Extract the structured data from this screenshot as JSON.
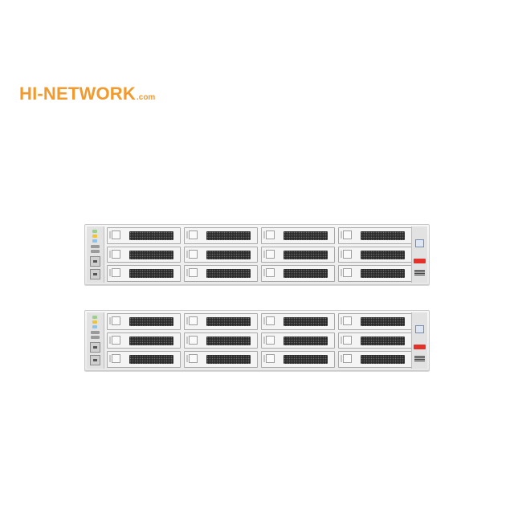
{
  "logo": {
    "main": "HI-NETWORK",
    "tld": ".com",
    "color": "#f29a2e"
  },
  "servers": [
    {
      "bay_rows": 3,
      "bay_columns": 4,
      "accent_color": "#e2322a"
    },
    {
      "bay_rows": 3,
      "bay_columns": 4,
      "accent_color": "#e2322a"
    }
  ]
}
